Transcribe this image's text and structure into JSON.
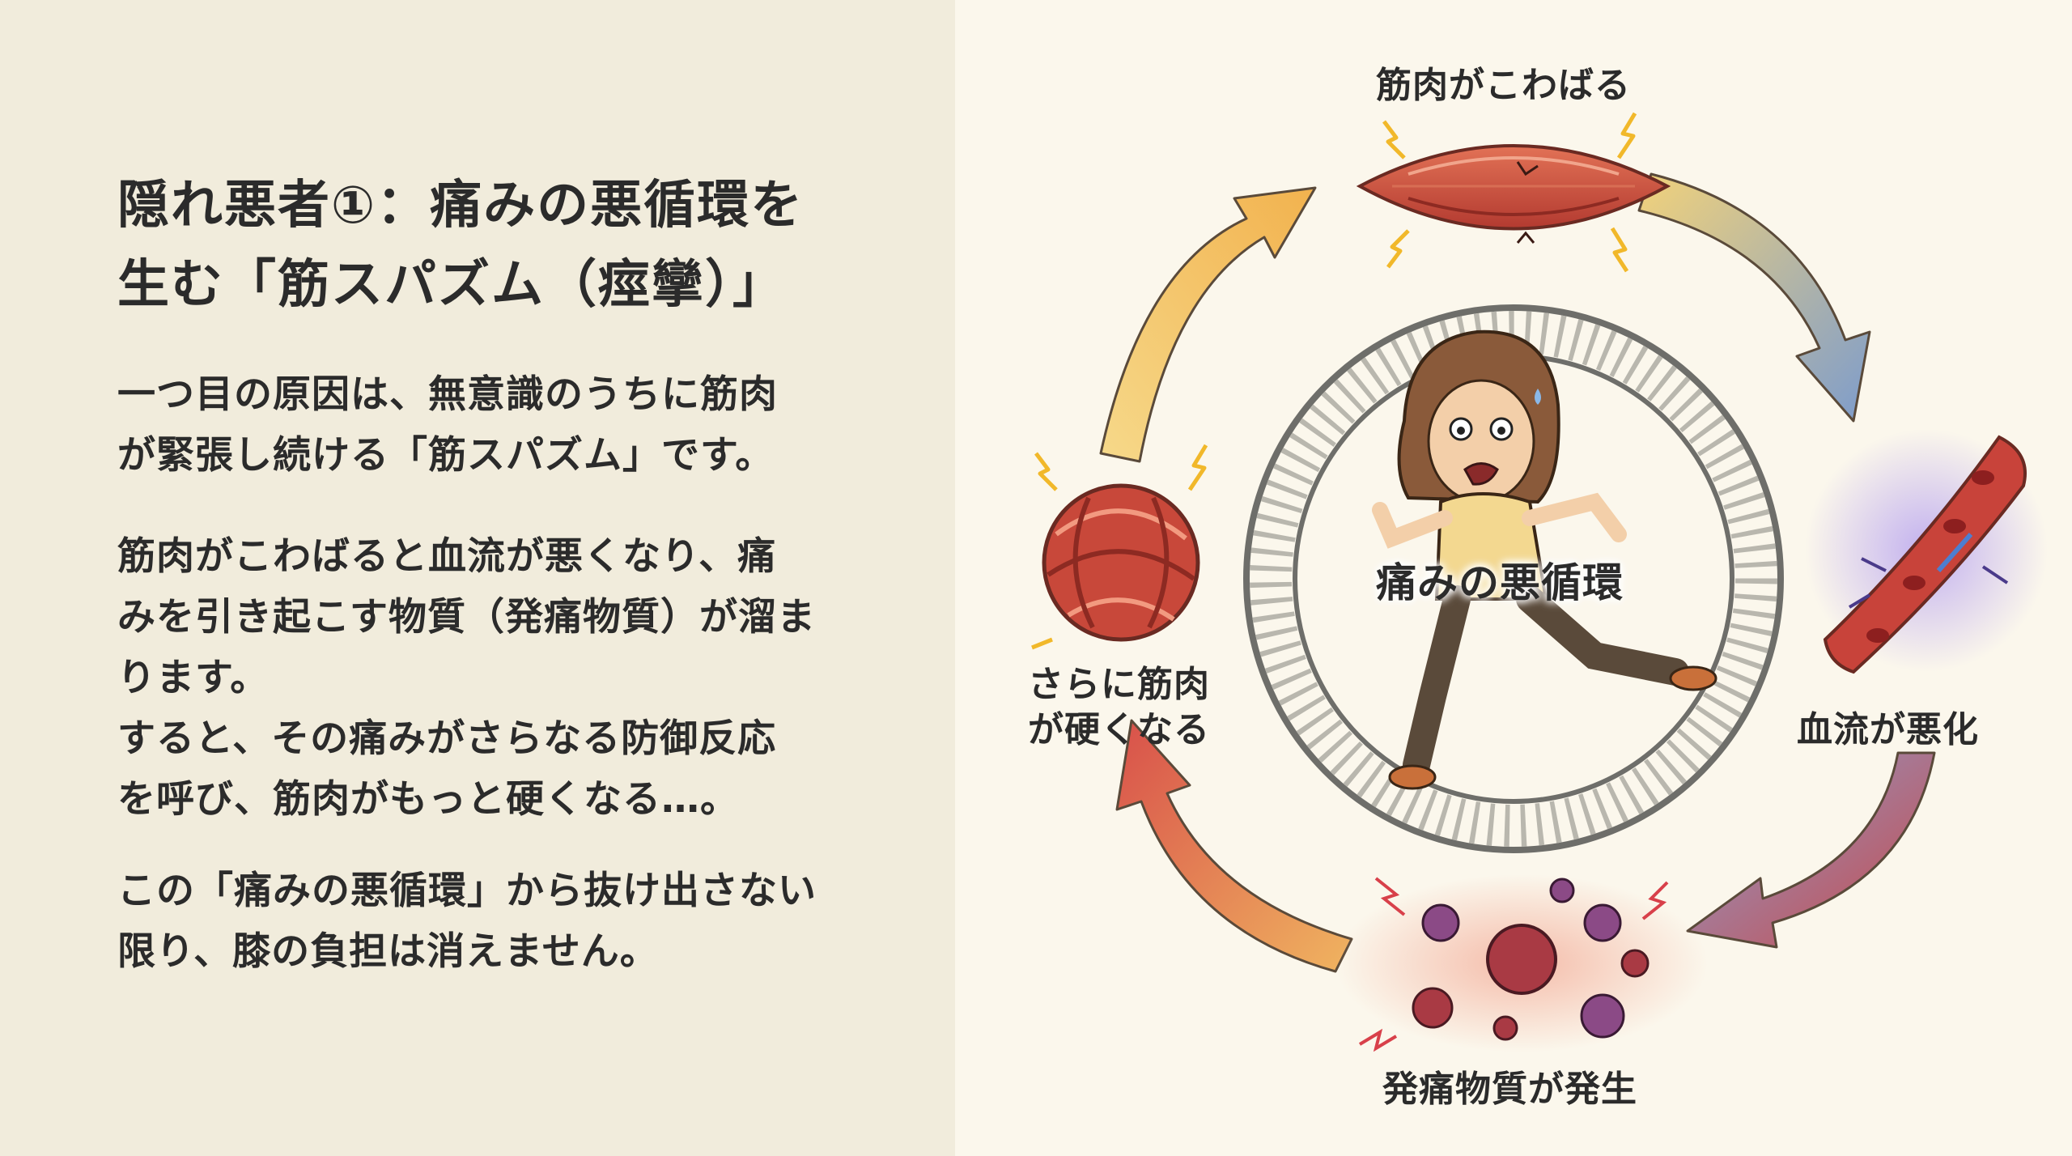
{
  "title": {
    "line1": "隠れ悪者①：痛みの悪循環を",
    "line2": "生む「筋スパズム（痙攣）」"
  },
  "paragraphs": {
    "p1": [
      "一つ目の原因は、無意識のうちに筋肉",
      "が緊張し続ける「筋スパズム」です。"
    ],
    "p2": [
      "筋肉がこわばると血流が悪くなり、痛",
      "みを引き起こす物質（発痛物質）が溜ま",
      "ります。",
      "すると、その痛みがさらなる防御反応",
      "を呼び、筋肉がもっと硬くなる…。"
    ],
    "p3": [
      "この「痛みの悪循環」から抜け出さない",
      "限り、膝の負担は消えません。"
    ]
  },
  "diagram": {
    "center_label": "痛みの悪循環",
    "steps": {
      "top": "筋肉がこわばる",
      "right": "血流が悪化",
      "bottom": "発痛物質が発生",
      "left": [
        "さらに筋肉",
        "が硬くなる"
      ]
    },
    "colors": {
      "arrow_yellow": "#f2c25a",
      "arrow_blue": "#7d9ccc",
      "arrow_red": "#d8504a",
      "muscle": "#c9473a",
      "wheel": "#8a8a86"
    }
  }
}
